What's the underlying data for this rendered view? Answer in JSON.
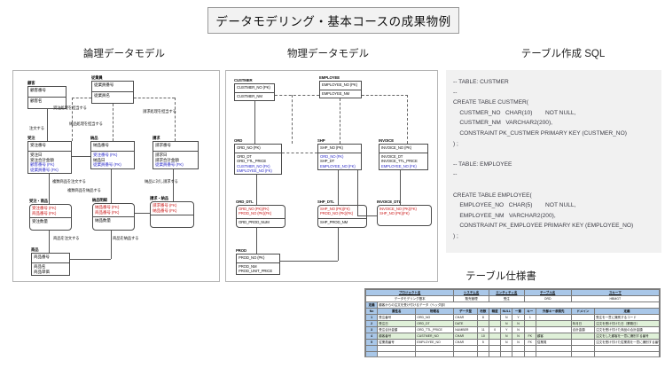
{
  "main_title": "データモデリング・基本コースの成果物例",
  "sections": {
    "logical": "論理データモデル",
    "physical": "物理データモデル",
    "sql": "テーブル作成 SQL",
    "spec": "テーブル仕様書"
  },
  "sql_text": "-- TABLE: CUSTMER\n--\nCREATE TABLE CUSTMER(\n    CUSTMER_NO   CHAR(10)        NOT NULL,\n    CUSTMER_NM   VARCHAR2(200),\n    CONSTRAINT PK_CUSTMER PRIMARY KEY (CUSTMER_NO)\n) ;\n\n-- TABLE: EMPLOYEE\n--\n\nCREATE TABLE EMPLOYEE(\n    EMPLOYEE_NO   CHAR(5)        NOT NULL,\n    EMPLOYEE_NM   VARCHAR2(200),\n    CONSTRAINT PK_EMPLOYEE PRIMARY KEY (EMPLOYEE_NO)\n) ;",
  "logical_model": {
    "entities": [
      {
        "name": "顧客",
        "pk": [
          "顧客番号"
        ],
        "attrs": [
          "顧客名"
        ]
      },
      {
        "name": "従業員",
        "pk": [
          "従業員番号"
        ],
        "attrs": [
          "従業員名"
        ]
      },
      {
        "name": "受注",
        "pk": [
          "受注番号"
        ],
        "attrs": [
          "受注日",
          "受注合計金額",
          "顧客番号 (FK)",
          "従業員番号 (FK)"
        ]
      },
      {
        "name": "納品",
        "pk": [
          "納品番号"
        ],
        "attrs": [
          "受注番号 (FK)",
          "納品日",
          "従業員番号 (FK)"
        ]
      },
      {
        "name": "請求",
        "pk": [
          "請求番号"
        ],
        "attrs": [
          "請求日",
          "請求合計金額",
          "従業員番号 (FK)"
        ]
      },
      {
        "name": "受注・商品",
        "pk": [
          "受注番号 (FK)",
          "商品番号 (FK)"
        ],
        "attrs": [
          "受注数量"
        ]
      },
      {
        "name": "納品明細",
        "pk": [
          "納品番号 (FK)",
          "商品番号 (FK)"
        ],
        "attrs": [
          "納品数量"
        ]
      },
      {
        "name": "請求・納品",
        "pk": [
          "請求番号 (FK)",
          "納品番号 (FK)"
        ],
        "attrs": []
      },
      {
        "name": "商品",
        "pk": [
          "商品番号"
        ],
        "attrs": [
          "商品名",
          "商品単価"
        ]
      }
    ],
    "relationships": [
      "注文する",
      "受注処理を担当する",
      "納品処理を担当する",
      "請求処理を担当する",
      "複数商品を注文する",
      "複数商品を納品する",
      "納品に対し請求する",
      "商品を注文する",
      "商品を納品する"
    ]
  },
  "physical_model": {
    "entities": [
      {
        "name": "CUSTMER",
        "pk": [
          "CUSTMER_NO (PK)"
        ],
        "attrs": [
          "CUSTMER_NM"
        ]
      },
      {
        "name": "EMPLOYEE",
        "pk": [
          "EMPLOYEE_NO (PK)"
        ],
        "attrs": [
          "EMPLOYEE_NM"
        ]
      },
      {
        "name": "ORD",
        "pk": [
          "ORD_NO (PK)"
        ],
        "attrs": [
          "ORD_DT",
          "ORD_TTL_PRICE",
          "CUSTMER_NO (FK)",
          "EMPLOYEE_NO (FK)"
        ]
      },
      {
        "name": "SHP",
        "pk": [
          "SHP_NO (PK)"
        ],
        "attrs": [
          "ORD_NO (FK)",
          "SHP_DT",
          "EMPLOYEE_NO (FK)"
        ]
      },
      {
        "name": "INVOICE",
        "pk": [
          "INVOICE_NO (PK)"
        ],
        "attrs": [
          "INVOICE_DT",
          "INVOICE_TTL_PRICE",
          "EMPLOYEE_NO (FK)"
        ]
      },
      {
        "name": "ORD_DTL",
        "pk": [
          "ORD_NO (PK)(FK)",
          "PROD_NO (PK)(FK)"
        ],
        "attrs": [
          "ORD_PROD_NUM"
        ]
      },
      {
        "name": "SHP_DTL",
        "pk": [
          "SHP_NO (PK)(FK)",
          "PROD_NO (PK)(FK)"
        ],
        "attrs": [
          "SHP_PROD_NM"
        ]
      },
      {
        "name": "INVOICE_DTL",
        "pk": [
          "INVOICE_NO (PK)(FK)",
          "SHP_NO (PK)(FK)"
        ],
        "attrs": []
      },
      {
        "name": "PROD",
        "pk": [
          "PROD_NO (PK)"
        ],
        "attrs": [
          "PROD_NM",
          "PROD_UNIT_PRICE"
        ]
      }
    ]
  },
  "spec_sheet": {
    "meta_headers": [
      "プロジェクト名",
      "システム名",
      "エンティティ名",
      "テーブル名",
      "スキーマ"
    ],
    "meta_values": [
      "データモデリング基本",
      "販売管理",
      "受注",
      "ORD",
      "HBMGT"
    ],
    "definition_label": "顧客からの注文を受け付けるデータ（ヘッダ部）",
    "columns": [
      "No",
      "属性名",
      "物理名",
      "データ型",
      "桁数",
      "精度",
      "NULL",
      "一意",
      "キー",
      "外部キー参照先",
      "ドメイン",
      "定義"
    ],
    "rows": [
      {
        "no": "1",
        "attr": "受注番号",
        "phys": "ORD_NO",
        "type": "CHAR",
        "len": "8",
        "prec": "",
        "null": "N",
        "uniq": "Y",
        "key": "1",
        "fk": "",
        "domain": "",
        "def": "受注を一意に識別するコード"
      },
      {
        "no": "2",
        "attr": "受注日",
        "phys": "ORD_DT",
        "type": "DATE",
        "len": "",
        "prec": "",
        "null": "N",
        "uniq": "N",
        "key": "",
        "fk": "",
        "domain": "年月日",
        "def": "注文を受け付けた日（業務日）"
      },
      {
        "no": "3",
        "attr": "受注合計金額",
        "phys": "ORD_TTL_PRICE",
        "type": "NUMBER",
        "len": "11",
        "prec": "0",
        "null": "Y",
        "uniq": "N",
        "key": "",
        "fk": "",
        "domain": "合計金額",
        "def": "注文を受け付けた商品の合計金額"
      },
      {
        "no": "4",
        "attr": "顧客番号",
        "phys": "CUSTMER_NO",
        "type": "CHAR",
        "len": "10",
        "prec": "",
        "null": "N",
        "uniq": "N",
        "key": "FK",
        "fk": "顧客",
        "domain": "",
        "def": "注文をした顧客を一意に識別する番号"
      },
      {
        "no": "5",
        "attr": "従業員番号",
        "phys": "EMPLOYEE_NO",
        "type": "CHAR",
        "len": "5",
        "prec": "",
        "null": "N",
        "uniq": "N",
        "key": "FK",
        "fk": "従業員",
        "domain": "",
        "def": "注文を受け付けた従業員を一意に識別する番号"
      }
    ]
  }
}
